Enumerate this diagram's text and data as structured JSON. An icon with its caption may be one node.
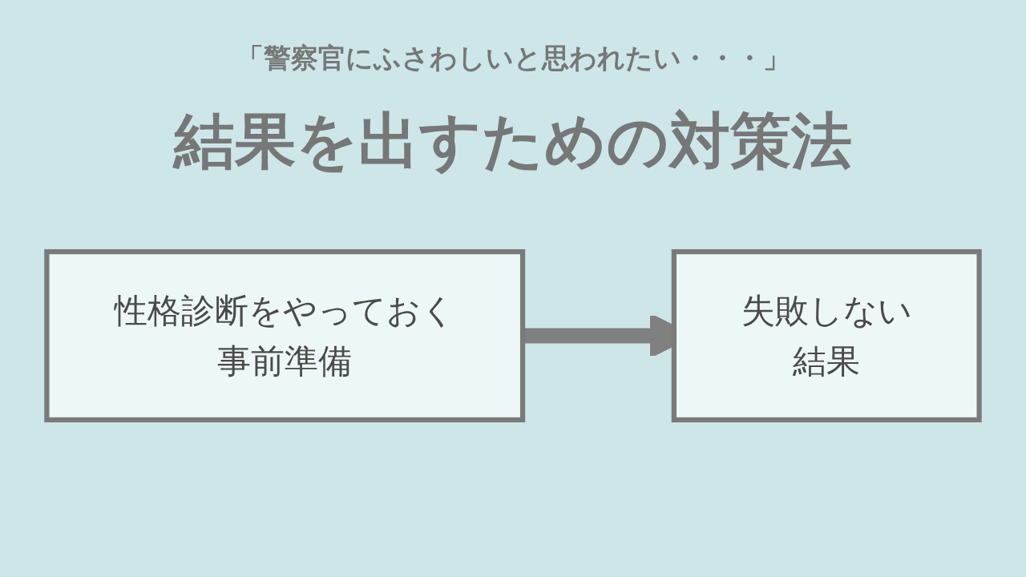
{
  "diagram": {
    "title": "結果を出すための対策法",
    "nodes": [
      {
        "text": [
          "性格診断をやっておく",
          "事前準備"
        ]
      },
      {
        "text": [
          "失敗しない",
          "結果"
        ]
      }
    ],
    "edges": [
      {
        "from": 0,
        "to": 1,
        "arrow": "to"
      }
    ],
    "labels": [
      "「警察官にふさわしいと思われたい・・・」"
    ]
  }
}
